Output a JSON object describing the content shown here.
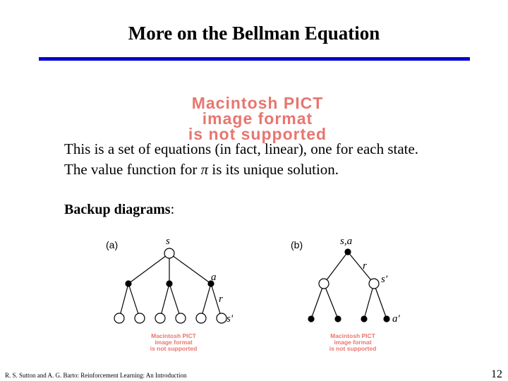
{
  "slide": {
    "title": "More on the Bellman Equation",
    "pict_placeholder": [
      "Macintosh PICT",
      "image format",
      "is not supported"
    ],
    "line1": "This is a set of equations (in fact, linear), one for each state.",
    "line2_before": "The value function for ",
    "line2_symbol": "π",
    "line2_after": " is its unique solution.",
    "backup_heading": "Backup diagrams",
    "backup_colon": ":",
    "footer": "R. S. Sutton and A. G. Barto: Reinforcement Learning: An Introduction",
    "page_number": "12"
  },
  "diagrams": {
    "a": {
      "tag": "(a)",
      "root_label": "s",
      "action_label": "a",
      "reward_label": "r",
      "next_label": "s'"
    },
    "b": {
      "tag": "(b)",
      "root_label": "s,a",
      "reward_label": "r",
      "state_label": "s'",
      "next_label": "a'"
    }
  },
  "colors": {
    "rule": "#0000cc",
    "pict_text": "#e8766f"
  }
}
